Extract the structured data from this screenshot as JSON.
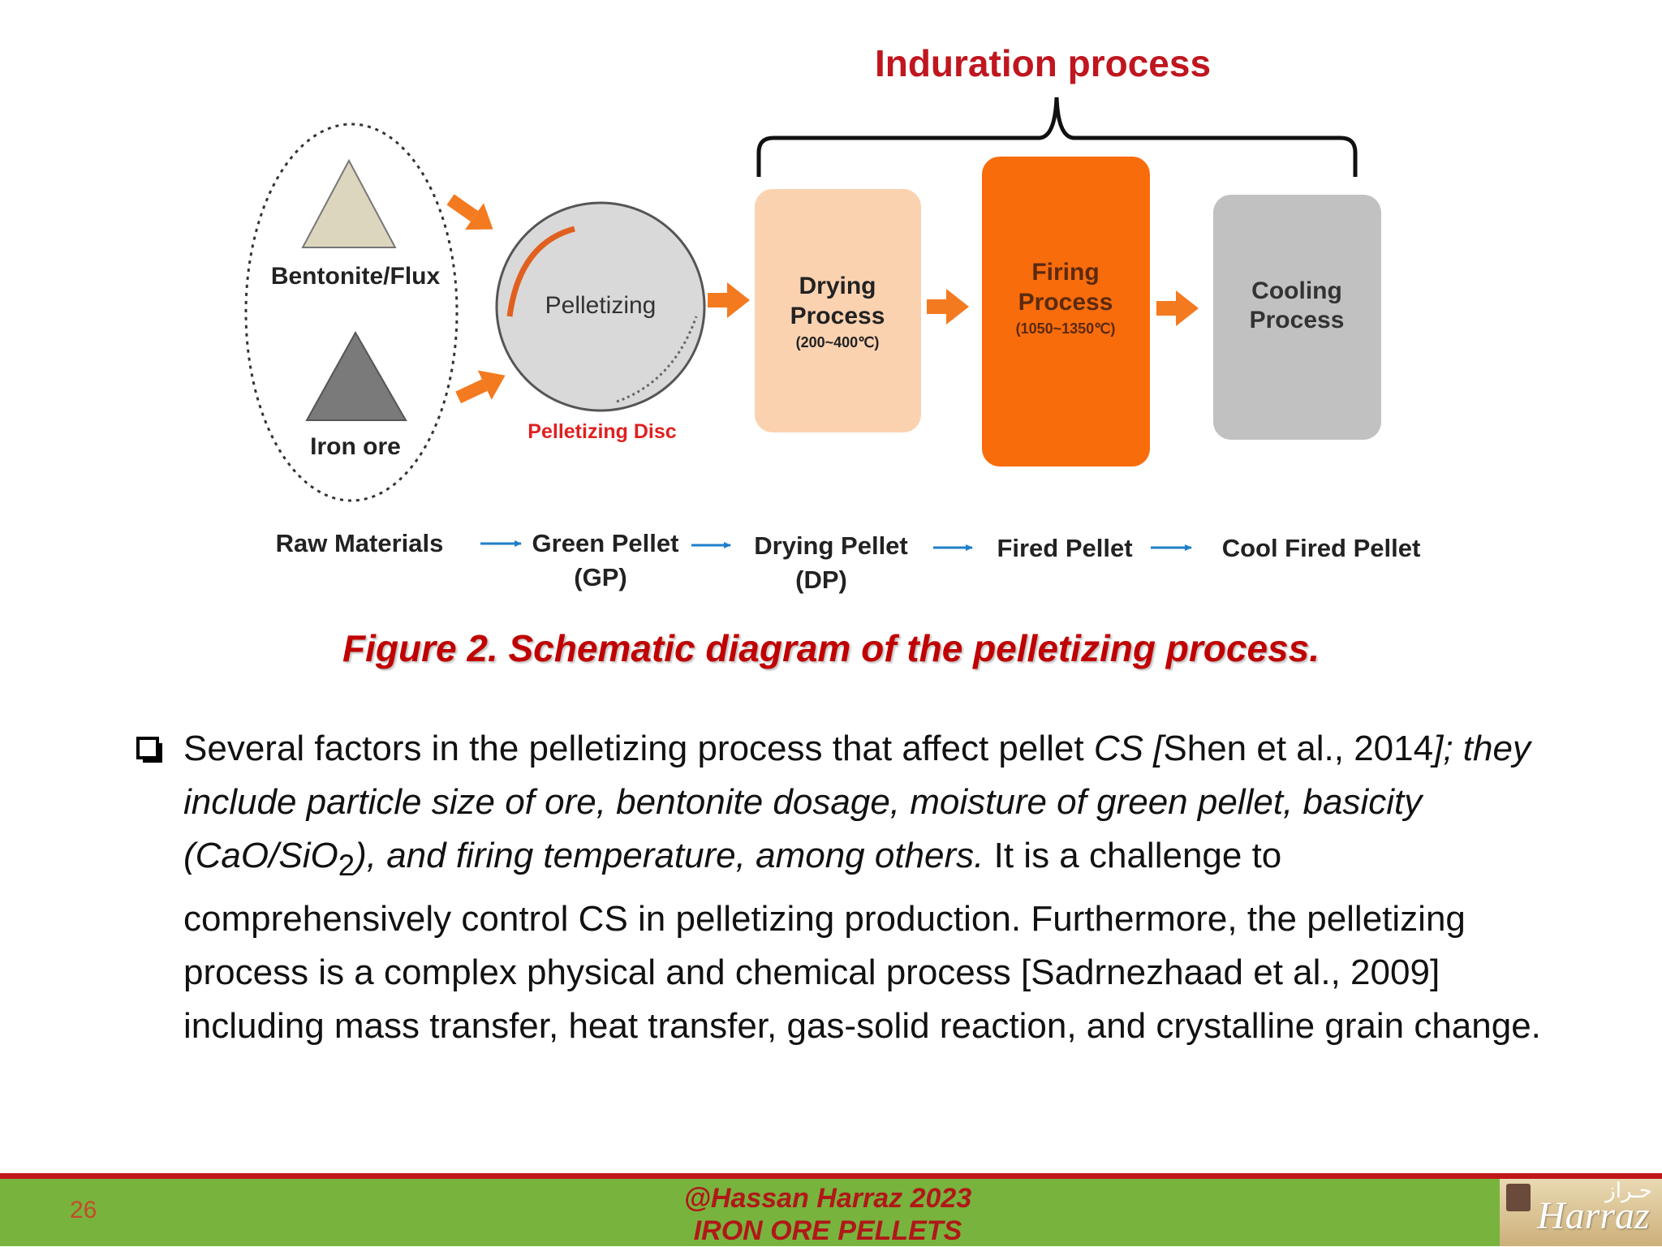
{
  "diagram": {
    "header": "Induration process",
    "raw": {
      "bentonite": "Bentonite/Flux",
      "iron_ore": "Iron ore"
    },
    "disc": {
      "label": "Pelletizing",
      "caption": "Pelletizing Disc"
    },
    "boxes": [
      {
        "line1": "Drying",
        "line2": "Process",
        "temp": "(200~400℃)"
      },
      {
        "line1": "Firing",
        "line2": "Process",
        "temp": "(1050~1350℃)"
      },
      {
        "line1": "Cooling",
        "line2": "Process"
      }
    ],
    "flow": [
      {
        "line1": "Raw Materials"
      },
      {
        "line1": "Green Pellet",
        "line2": "(GP)"
      },
      {
        "line1": "Drying Pellet",
        "line2": "(DP)"
      },
      {
        "line1": "Fired Pellet"
      },
      {
        "line1": "Cool Fired Pellet"
      }
    ],
    "colors": {
      "accent_orange": "#f47a20",
      "drying_box": "#fbd2b0",
      "firing_box": "#f96c0b",
      "cooling_box": "#c1c1c1",
      "header_red": "#c0161f",
      "flow_arrow": "#1e7fc8"
    }
  },
  "caption": "Figure 2. Schematic diagram of the pelletizing process.",
  "paragraph": {
    "part1": "Several factors in the pelletizing process that affect pellet ",
    "cs": "CS",
    "part2": " [",
    "part3": "Shen et al., 2014",
    "part4": "]; they include particle size of ore, bentonite dosage, moisture of green pellet, basicity (CaO/SiO",
    "sub": "2",
    "part5": "), and firing temperature, among others.",
    "part6": " It is a challenge to comprehensively control CS in pelletizing production. Furthermore, the pelletizing process is a complex physical and chemical process [Sadrnezhaad et al., 2009] including mass transfer, heat transfer, gas-solid reaction, and crystalline grain change."
  },
  "footer": {
    "page_number": "26",
    "line1": "@Hassan Harraz 2023",
    "line2": "IRON ORE PELLETS",
    "logo_text": "Harraz",
    "logo_arabic": "حـراز"
  }
}
